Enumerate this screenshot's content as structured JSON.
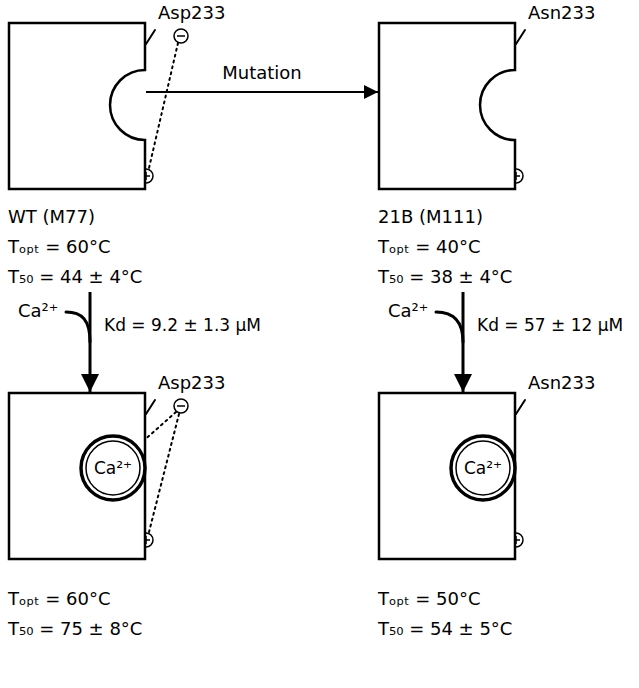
{
  "diagram": {
    "nodes": [
      {
        "text": [
          "WT (M77)",
          "Tₒₚₜ = 60°C",
          "T₅₀ = 44 ± 4°C"
        ]
      },
      {
        "text": [
          "21B (M111)",
          "Tₒₚₜ = 40°C",
          "T₅₀ = 38 ± 4°C"
        ]
      },
      {
        "text": [
          "Tₒₚₜ = 60°C",
          "T₅₀ = 75 ± 8°C"
        ]
      },
      {
        "text": [
          "Ca²⁺"
        ],
        "in": 2
      },
      {
        "text": [
          "Tₒₚₜ = 50°C",
          "T₅₀ = 54 ± 5°C"
        ]
      },
      {
        "text": [
          "Ca²⁺"
        ],
        "in": 4
      }
    ],
    "edges": [
      {
        "from": 0,
        "to": 1,
        "arrow": "to",
        "label": "Mutation"
      },
      {
        "from": 0,
        "to": 2,
        "arrow": "to",
        "label": "Kd = 9.2 ± 1.3 μM"
      },
      {
        "from": 1,
        "to": 4,
        "arrow": "to",
        "label": "Kd = 57 ± 12 μM"
      }
    ],
    "labels": [
      "Asp233",
      "Asn233",
      "Ca²⁺",
      "Ca²⁺",
      "Asp233",
      "Asn233"
    ]
  }
}
